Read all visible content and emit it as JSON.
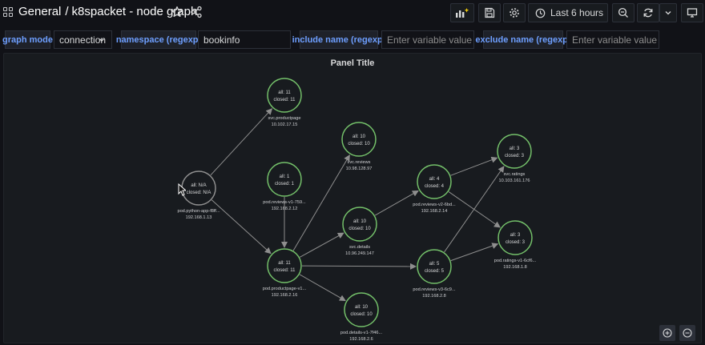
{
  "header": {
    "breadcrumb_folder": "General",
    "breadcrumb_separator": "/",
    "dashboard_title": "k8spacket - node graph",
    "time_range": "Last 6 hours"
  },
  "variables": [
    {
      "label": "graph mode",
      "value": "connection",
      "type": "select"
    },
    {
      "label": "namespace (regexp)",
      "value": "bookinfo",
      "type": "text"
    },
    {
      "label": "include name (regexp)",
      "placeholder": "Enter variable value",
      "type": "text"
    },
    {
      "label": "exclude name (regexp)",
      "placeholder": "Enter variable value",
      "type": "text"
    }
  ],
  "panel": {
    "title": "Panel Title",
    "colors": {
      "node_active": "#73bf69",
      "node_idle": "#8e8e8e",
      "edge": "#8e8e8e",
      "background": "#181b1f"
    },
    "nodes": [
      {
        "id": "python",
        "line1": "all: N/A",
        "line2": "closed: N/A",
        "title": "pod.python-app-f8ff...",
        "subtitle": "192.168.1.13",
        "status": "idle"
      },
      {
        "id": "svc-productpage",
        "line1": "all: 11",
        "line2": "closed: 11",
        "title": "svc.productpage",
        "subtitle": "10.102.17.15",
        "status": "active"
      },
      {
        "id": "pod-reviews-v1",
        "line1": "all: 1",
        "line2": "closed: 1",
        "title": "pod.reviews-v1-759...",
        "subtitle": "192.168.2.12",
        "status": "active"
      },
      {
        "id": "pod-productpage",
        "line1": "all: 11",
        "line2": "closed: 11",
        "title": "pod.productpage-v1...",
        "subtitle": "192.168.2.16",
        "status": "active"
      },
      {
        "id": "svc-reviews",
        "line1": "all: 10",
        "line2": "closed: 10",
        "title": "svc.reviews",
        "subtitle": "10.98.128.97",
        "status": "active"
      },
      {
        "id": "svc-details",
        "line1": "all: 10",
        "line2": "closed: 10",
        "title": "svc.details",
        "subtitle": "10.96.249.147",
        "status": "active"
      },
      {
        "id": "pod-details",
        "line1": "all: 10",
        "line2": "closed: 10",
        "title": "pod.details-v1-7f46...",
        "subtitle": "192.168.2.6",
        "status": "active"
      },
      {
        "id": "pod-reviews-v2",
        "line1": "all: 4",
        "line2": "closed: 4",
        "title": "pod.reviews-v2-6bd...",
        "subtitle": "192.168.2.14",
        "status": "active"
      },
      {
        "id": "pod-reviews-v3",
        "line1": "all: 5",
        "line2": "closed: 5",
        "title": "pod.reviews-v3-6c9...",
        "subtitle": "192.168.2.8",
        "status": "active"
      },
      {
        "id": "svc-ratings",
        "line1": "all: 3",
        "line2": "closed: 3",
        "title": "svc.ratings",
        "subtitle": "10.103.161.176",
        "status": "active"
      },
      {
        "id": "pod-ratings",
        "line1": "all: 3",
        "line2": "closed: 3",
        "title": "pod.ratings-v1-6cf6...",
        "subtitle": "192.168.1.8",
        "status": "active"
      }
    ],
    "edges": [
      {
        "from": "python",
        "to": "svc-productpage"
      },
      {
        "from": "python",
        "to": "pod-productpage"
      },
      {
        "from": "pod-productpage",
        "to": "svc-reviews"
      },
      {
        "from": "pod-productpage",
        "to": "svc-details"
      },
      {
        "from": "pod-productpage",
        "to": "pod-details"
      },
      {
        "from": "pod-productpage",
        "to": "pod-reviews-v3"
      },
      {
        "from": "pod-reviews-v1",
        "to": "pod-productpage"
      },
      {
        "from": "svc-details",
        "to": "pod-reviews-v2"
      },
      {
        "from": "pod-reviews-v2",
        "to": "svc-ratings"
      },
      {
        "from": "pod-reviews-v2",
        "to": "pod-ratings"
      },
      {
        "from": "pod-reviews-v3",
        "to": "svc-ratings"
      },
      {
        "from": "pod-reviews-v3",
        "to": "pod-ratings"
      }
    ]
  }
}
